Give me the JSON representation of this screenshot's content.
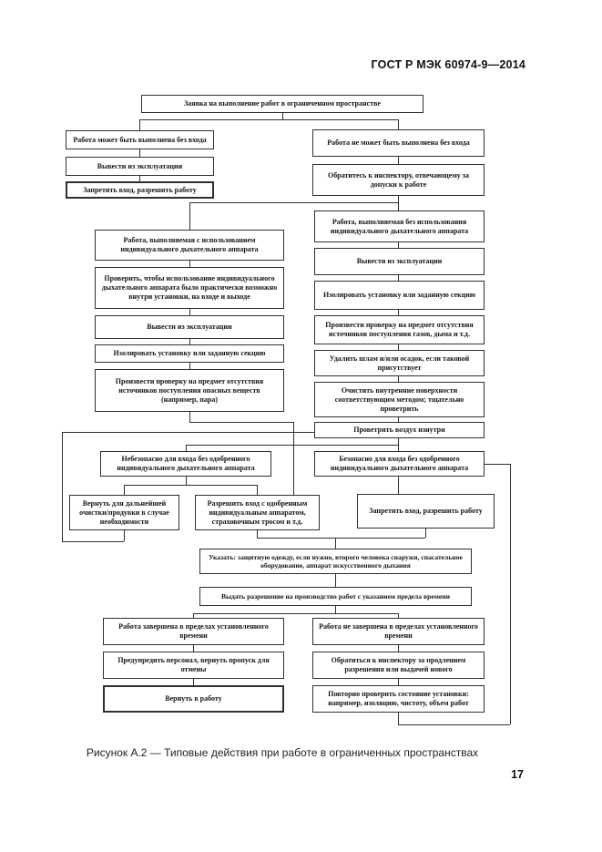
{
  "header": {
    "title": "ГОСТ Р МЭК 60974-9—2014"
  },
  "figure": {
    "caption": "Рисунок А.2 — Типовые действия при работе в ограниченных пространствах",
    "page_number": "17"
  },
  "nodes": {
    "request": "Заявка на выполнение работ в ограниченном пространстве",
    "can_no_entry": "Работа может быть выполнена без входа",
    "decommission_a": "Вывести из эксплуатации",
    "forbid_allow_a": "Запретить вход, разрешить работу",
    "cannot_no_entry": "Работа не может быть выполнена без входа",
    "contact_inspector": "Обратитесь к инспектору, отвечающему за допуски к работе",
    "with_apparatus": "Работа, выполняемая с использованием индивидуального дыхательного аппарата",
    "check_feasible": "Проверить, чтобы использование индивидуального дыхательного аппарата было практически возможно внутри установки, на входе и выходе",
    "decommission_b": "Вывести из эксплуатации",
    "isolate_b": "Изолировать установку или заданную секцию",
    "check_hazard": "Произвести проверку на предмет отсутствия источников поступления опасных веществ (например, пара)",
    "without_apparatus": "Работа, выполняемая без использования индивидуального дыхательного аппарата",
    "decommission_c": "Вывести из эксплуатации",
    "isolate_c": "Изолировать установку или заданную секцию",
    "check_gases": "Произвести проверку на предмет отсутствия источников поступления газов, дыма и т.д.",
    "remove_sludge": "Удалить шлам и/или осадок, если таковой присутствует",
    "clean_inner": "Очистить внутренние поверхности соответствующим методом; тщательно проветрить",
    "ventilate": "Проветрить воздух изнутри",
    "unsafe_entry": "Небезопасно для входа без одобренного индивидуального дыхательного аппарата",
    "safe_entry": "Безопасно для входа без одобренного индивидуального дыхательного аппарата",
    "return_clean": "Вернуть для дальнейшей очистки/продувки в случае необходимости",
    "allow_entry": "Разрешить вход с одобренным индивидуальным аппаратом, страховочным тросом и т.д.",
    "forbid_allow_b": "Запретить вход, разрешить работу",
    "specify": "Указать: защитную одежду, если нужно, второго человека снаружи, спасательное оборудование, аппарат искусственного дыхания",
    "permit": "Выдать разрешение на производство работ с указанием предела времени",
    "done_in_time": "Работа завершена в пределах установленного времени",
    "not_done_in_time": "Работа не завершена в пределах установленного времени",
    "warn_personnel": "Предупредить персонал, вернуть пропуск для отмены",
    "contact_renewal": "Обратиться к инспектору за продлением разрешения или выдачей нового",
    "return_work": "Вернуть в работу",
    "recheck_state": "Повторно проверить состояние установки: например, изоляцию, чистоту, объем работ"
  }
}
